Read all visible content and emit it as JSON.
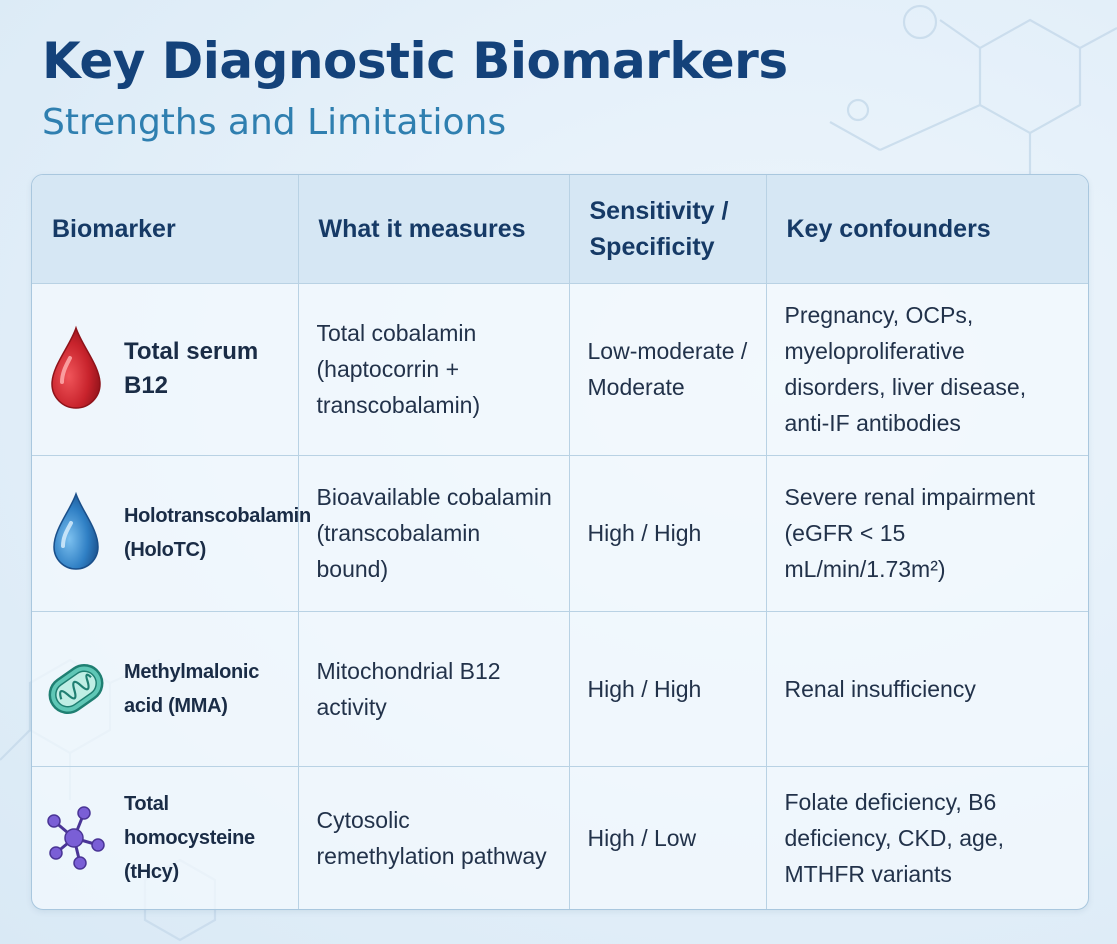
{
  "title": "Key Diagnostic Biomarkers",
  "subtitle": "Strengths and Limitations",
  "table": {
    "headers": [
      "Biomarker",
      "What it measures",
      "Sensitivity / Specificity",
      "Key confounders"
    ],
    "rows": [
      {
        "icon": "red-blood-drop-icon",
        "name": "Total serum B12",
        "measures": "Total cobalamin (haptocorrin + transcobalamin)",
        "sens_spec": "Low-moderate / Moderate",
        "confounders": "Pregnancy, OCPs, myeloproliferative disorders, liver disease, anti-IF antibodies"
      },
      {
        "icon": "blue-drop-icon",
        "name": "Holotranscobalamin (HoloTC)",
        "measures": "Bioavailable cobalamin (transcobalamin bound)",
        "sens_spec": "High / High",
        "confounders": "Severe renal impairment (eGFR < 15 mL/min/1.73m²)"
      },
      {
        "icon": "mitochondria-icon",
        "name": "Methylmalonic acid (MMA)",
        "measures": "Mitochondrial B12 activity",
        "sens_spec": "High / High",
        "confounders": "Renal insufficiency"
      },
      {
        "icon": "molecule-icon",
        "name": "Total homocysteine (tHcy)",
        "measures": "Cytosolic remethylation pathway",
        "sens_spec": "High / Low",
        "confounders": "Folate deficiency, B6 deficiency, CKD, age, MTHFR variants"
      }
    ]
  },
  "colors": {
    "title": "#14427a",
    "subtitle": "#2f7fb0",
    "header_bg": "#d6e7f4",
    "drop_red": "#c8232c",
    "drop_blue": "#2f7fc4",
    "mitochondria": "#2fa594",
    "molecule": "#6b4fc6"
  }
}
